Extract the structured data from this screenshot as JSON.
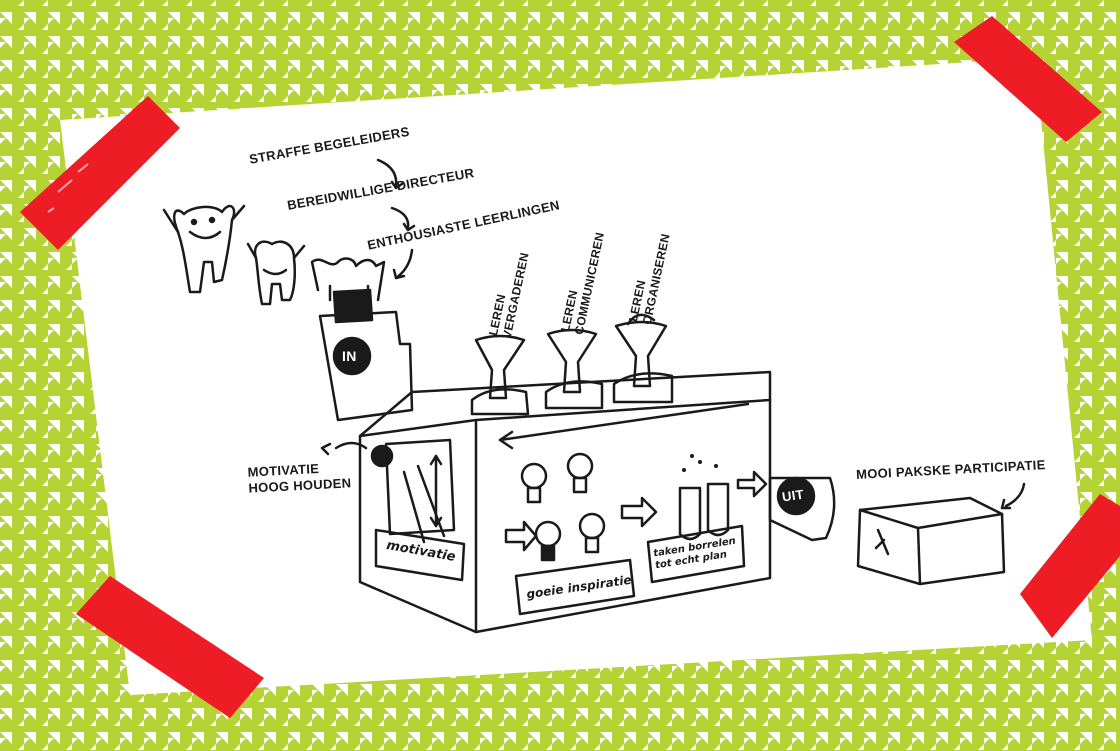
{
  "labels": {
    "straffe": "STRAFFE BEGELEIDERS",
    "directeur": "BEREIDWILLIGE DIRECTEUR",
    "leerlingen": "ENTHOUSIASTE LEERLINGEN",
    "leren": "LEREN",
    "vergaderen": "VERGADEREN",
    "communiceren": "COMMUNICEREN",
    "organiseren": "ORGANISEREN",
    "motivatie_line1": "MOTIVATIE",
    "motivatie_line2": "HOOG HOUDEN",
    "pakske": "MOOI PAKSKE PARTICIPATIE",
    "in": "IN",
    "uit": "UIT",
    "motivatie_plate": "motivatie",
    "inspiratie_plate": "goeie inspiratie",
    "taken_line1": "taken borrelen",
    "taken_line2": "tot echt plan"
  },
  "colors": {
    "houndstooth_green": "#b5d334",
    "paper": "#ffffff",
    "tape_red": "#ee1c25",
    "ink": "#1a1a1a"
  },
  "icons": [
    "smiling-figure-icon",
    "lightbulb-icon",
    "funnel-icon",
    "arrow-icon",
    "test-tube-icon",
    "parcel-icon"
  ]
}
